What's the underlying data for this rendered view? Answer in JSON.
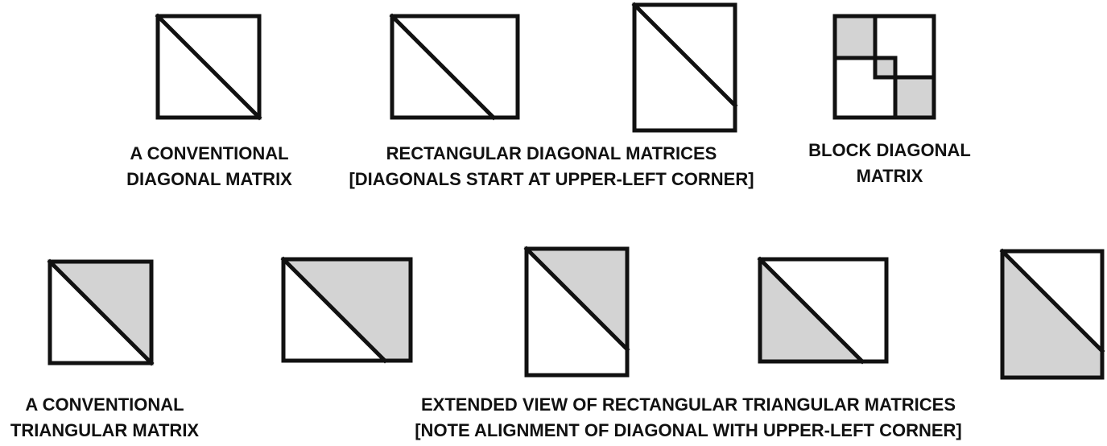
{
  "colors": {
    "stroke": "#111111",
    "fill": "#d3d3d3",
    "background": "#ffffff"
  },
  "captions": {
    "conventional_diagonal": {
      "line1": "A CONVENTIONAL",
      "line2": "DIAGONAL MATRIX"
    },
    "rectangular_diagonal": {
      "line1": "RECTANGULAR DIAGONAL MATRICES",
      "line2": "[DIAGONALS START AT UPPER-LEFT CORNER]"
    },
    "block_diagonal": {
      "line1": "BLOCK DIAGONAL",
      "line2": "MATRIX"
    },
    "conventional_triangular": {
      "line1": "A CONVENTIONAL",
      "line2": "TRIANGULAR MATRIX"
    },
    "extended_triangular": {
      "line1": "EXTENDED VIEW OF RECTANGULAR TRIANGULAR MATRICES",
      "line2": "[NOTE ALIGNMENT OF DIAGONAL  WITH UPPER-LEFT CORNER]"
    }
  }
}
